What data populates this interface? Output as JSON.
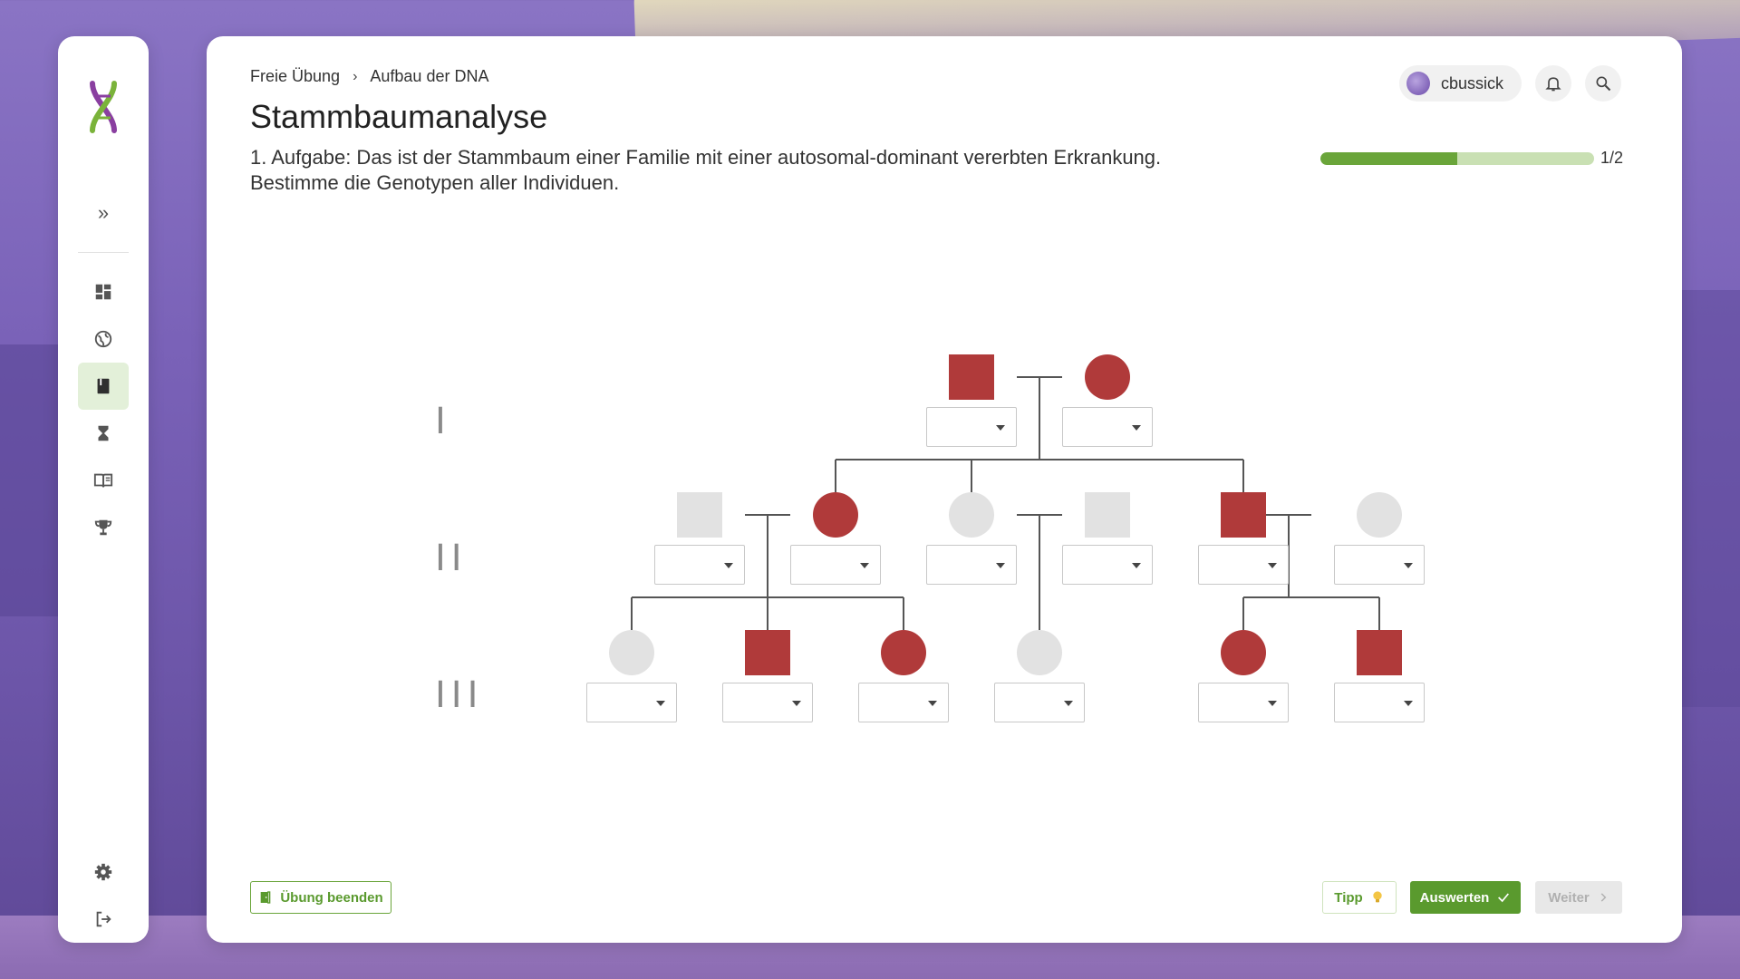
{
  "breadcrumb": {
    "parent": "Freie Übung",
    "separator": "›",
    "current": "Aufbau der DNA"
  },
  "page": {
    "title": "Stammbaumanalyse",
    "task_line1": "1. Aufgabe: Das ist der Stammbaum einer Familie mit einer autosomal-dominant vererbten Erkrankung.",
    "task_line2": "Bestimme die Genotypen aller Individuen."
  },
  "user": {
    "name": "cbussick"
  },
  "progress": {
    "label": "1/2",
    "fraction": 0.5
  },
  "generations": [
    "I",
    "II",
    "III"
  ],
  "pedigree": {
    "colors": {
      "affected": "#b03a3a",
      "unaffected": "#e2e2e2"
    },
    "individuals": [
      {
        "id": "I-1",
        "sex": "male",
        "affected": true,
        "genotype": ""
      },
      {
        "id": "I-2",
        "sex": "female",
        "affected": true,
        "genotype": ""
      },
      {
        "id": "II-1",
        "sex": "male",
        "affected": false,
        "genotype": ""
      },
      {
        "id": "II-2",
        "sex": "female",
        "affected": true,
        "genotype": ""
      },
      {
        "id": "II-3",
        "sex": "female",
        "affected": false,
        "genotype": ""
      },
      {
        "id": "II-4",
        "sex": "male",
        "affected": false,
        "genotype": ""
      },
      {
        "id": "II-5",
        "sex": "male",
        "affected": true,
        "genotype": ""
      },
      {
        "id": "II-6",
        "sex": "female",
        "affected": false,
        "genotype": ""
      },
      {
        "id": "III-1",
        "sex": "female",
        "affected": false,
        "genotype": ""
      },
      {
        "id": "III-2",
        "sex": "male",
        "affected": true,
        "genotype": ""
      },
      {
        "id": "III-3",
        "sex": "female",
        "affected": true,
        "genotype": ""
      },
      {
        "id": "III-4",
        "sex": "female",
        "affected": false,
        "genotype": ""
      },
      {
        "id": "III-5",
        "sex": "female",
        "affected": true,
        "genotype": ""
      },
      {
        "id": "III-6",
        "sex": "male",
        "affected": true,
        "genotype": ""
      }
    ]
  },
  "footer": {
    "end_label": "Übung beenden",
    "tip_label": "Tipp",
    "evaluate_label": "Auswerten",
    "next_label": "Weiter"
  },
  "theme": {
    "accent": "#5a9a2e",
    "accent_light": "#c9e0b3"
  }
}
